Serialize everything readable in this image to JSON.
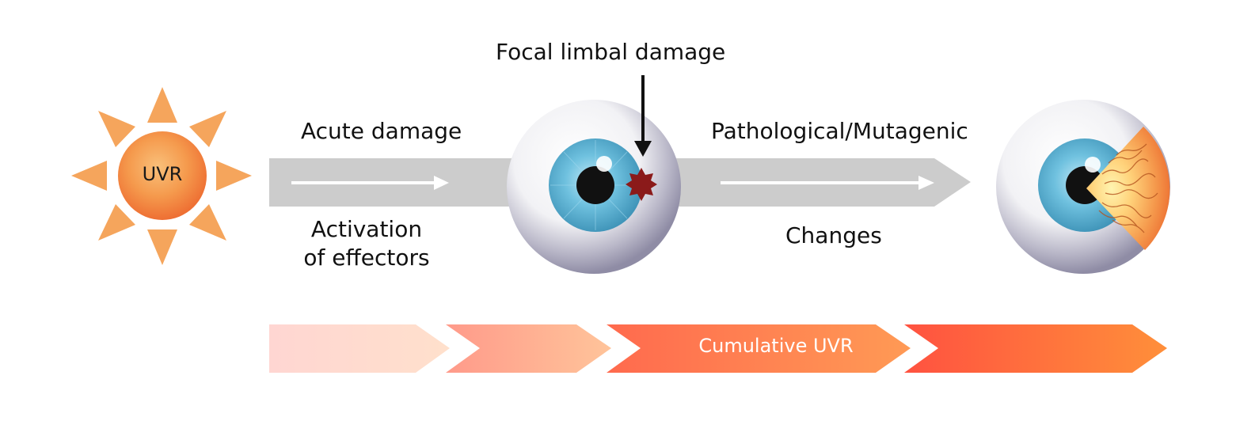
{
  "sun": {
    "label": "UVR"
  },
  "labels": {
    "focal": "Focal limbal damage",
    "acute": "Acute damage",
    "activation_line1": "Activation",
    "activation_line2": "of effectors",
    "pathological": "Pathological/Mutagenic",
    "changes": "Changes"
  },
  "cumulative": {
    "label": "Cumulative UVR"
  },
  "colors": {
    "sun_ray": "#f5a55c",
    "sun_core": "#f07a3a",
    "arrow_band": "#cccccc",
    "iris": "#4aa6c9",
    "lesion": "#8b1a1a",
    "pterygium": "#f08a3c",
    "gradient_start": "#ffdcd6",
    "gradient_end": "#ff8a3c"
  }
}
